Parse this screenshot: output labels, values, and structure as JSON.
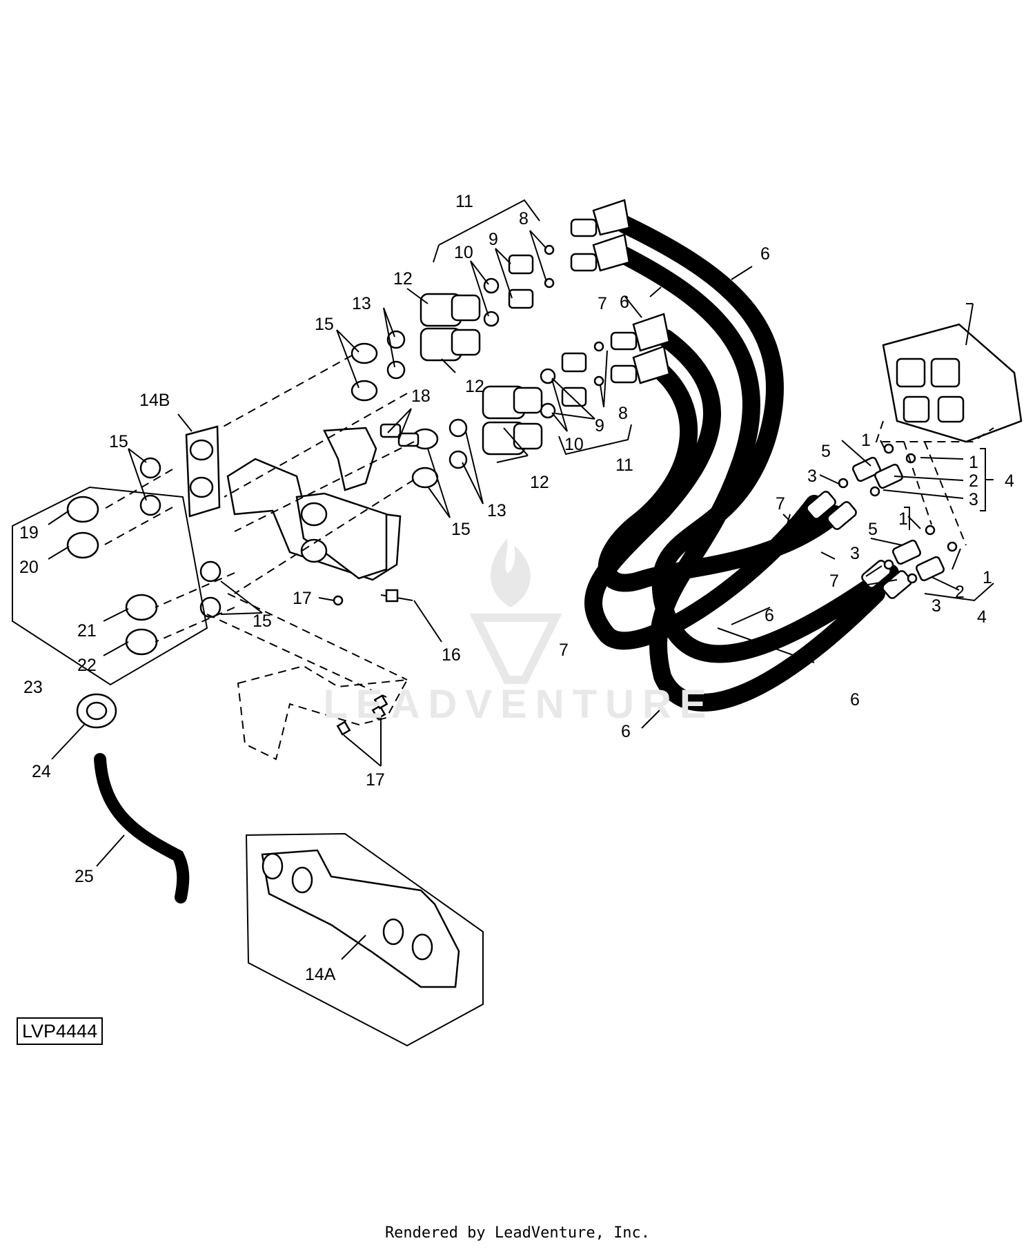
{
  "callouts": {
    "c11a": "11",
    "c8a": "8",
    "c9a": "9",
    "c10a": "10",
    "c12a": "12",
    "c13a": "13",
    "c15a": "15",
    "c14b": "14B",
    "c18": "18",
    "c6a": "6",
    "c6b": "6",
    "c7a": "7",
    "c12b": "12",
    "c9b": "9",
    "c8b": "8",
    "c10b": "10",
    "c11b": "11",
    "c12c": "12",
    "c13b": "13",
    "c15b": "15",
    "c15c": "15",
    "c19": "19",
    "c20": "20",
    "c21": "21",
    "c22": "22",
    "c23": "23",
    "c17a": "17",
    "c16": "16",
    "c15d": "15",
    "c17b": "17",
    "c24": "24",
    "c25": "25",
    "c14a": "14A",
    "c5a": "5",
    "c1a": "1",
    "c1b": "1",
    "c3a": "3",
    "c2a": "2",
    "c4a": "4",
    "c3b": "3",
    "c7b": "7",
    "c7c": "7",
    "c5b": "5",
    "c1c": "1",
    "c1d": "1",
    "c3c": "3",
    "c2b": "2",
    "c3d": "3",
    "c4b": "4",
    "c7d": "7",
    "c6c": "6",
    "c6d": "6",
    "c6e": "6"
  },
  "reference_code": "LVP4444",
  "footer_text": "Rendered by LeadVenture, Inc.",
  "watermark_text": "LEADVENTURE",
  "colors": {
    "line": "#000000",
    "background": "#ffffff",
    "watermark": "#e6e6e6"
  }
}
